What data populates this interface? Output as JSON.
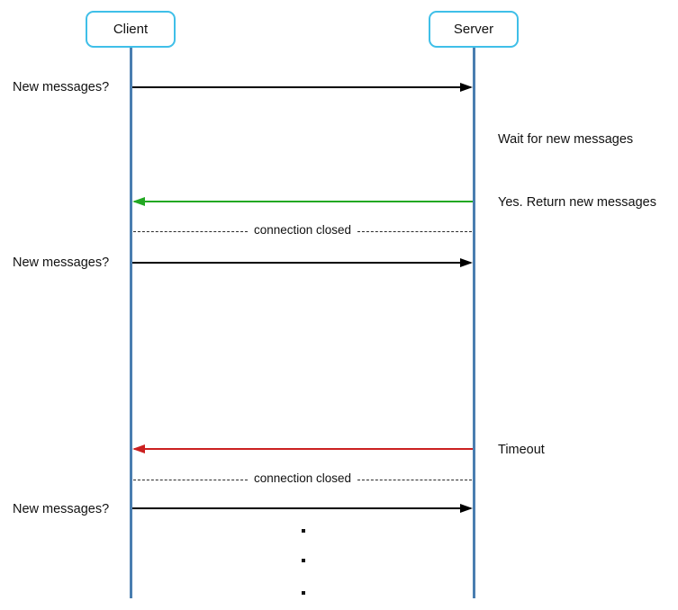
{
  "actors": [
    {
      "label": "Client"
    },
    {
      "label": "Server"
    }
  ],
  "messages": [
    {
      "type": "arrow",
      "from": "Client",
      "to": "Server",
      "label": "New messages?",
      "color": "#000000"
    },
    {
      "type": "note",
      "side": "Server",
      "label": "Wait for new messages"
    },
    {
      "type": "arrow",
      "from": "Server",
      "to": "Client",
      "label": "Yes. Return new messages",
      "color": "#22a822"
    },
    {
      "type": "divider",
      "label": "connection closed"
    },
    {
      "type": "arrow",
      "from": "Client",
      "to": "Server",
      "label": "New messages?",
      "color": "#000000"
    },
    {
      "type": "arrow",
      "from": "Server",
      "to": "Client",
      "label": "Timeout",
      "color": "#cb2020"
    },
    {
      "type": "divider",
      "label": "connection closed"
    },
    {
      "type": "arrow",
      "from": "Client",
      "to": "Server",
      "label": "New messages?",
      "color": "#000000"
    }
  ],
  "ellipsis_dots": 3,
  "colors": {
    "actor_border": "#3fbfe8",
    "lifeline": "#4a7eb0",
    "arrow_default": "#000000",
    "arrow_success": "#22a822",
    "arrow_error": "#cb2020"
  }
}
